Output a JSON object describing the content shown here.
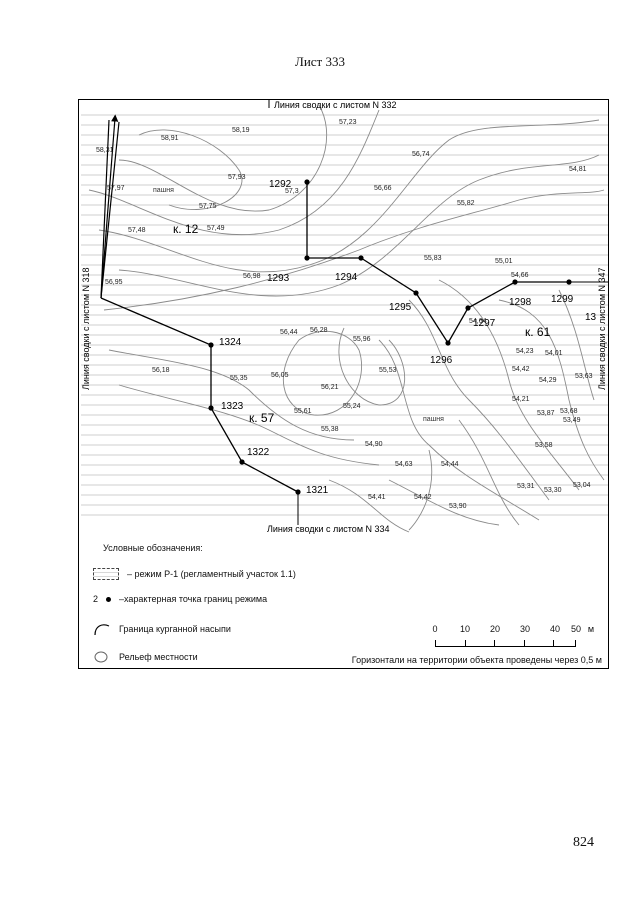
{
  "sheet_title": "Лист 333",
  "page_number": "824",
  "edges": {
    "top": "Линия сводки с листом N 332",
    "bottom": "Линия сводки с листом N 334",
    "left": "Линия сводки с листом N 318",
    "right": "Линия сводки с листом N 347"
  },
  "quarters": [
    "к. 12",
    "к. 57",
    "к. 61"
  ],
  "land_labels": [
    "пашня",
    "пашня"
  ],
  "boundary_points": [
    "1292",
    "1293",
    "1294",
    "1295",
    "1296",
    "1297",
    "1298",
    "1299",
    "1324",
    "1323",
    "1322",
    "1321",
    "13"
  ],
  "elevations": [
    "58,91",
    "58,19",
    "58,31",
    "57,23",
    "57,97",
    "57,93",
    "57,75",
    "57,48",
    "57,49",
    "57,3",
    "56,74",
    "56,66",
    "55,82",
    "54,81",
    "55,83",
    "55,01",
    "56,95",
    "56,98",
    "56,44",
    "56,28",
    "55,96",
    "54,64",
    "54,66",
    "54,23",
    "54,01",
    "54,42",
    "54,29",
    "53,63",
    "56,18",
    "55,35",
    "56,05",
    "56,21",
    "55,53",
    "55,61",
    "55,24",
    "54,21",
    "53,87",
    "53,68",
    "53,49",
    "55,38",
    "54,90",
    "53,58",
    "54,63",
    "54,44",
    "53,31",
    "53,30",
    "53,04",
    "54,41",
    "54,42",
    "53,90"
  ],
  "legend": {
    "title": "Условные обозначения:",
    "regime": "– режим Р-1 (регламентный участок 1.1)",
    "point_sample": "2",
    "point_label": "–характерная точка границ режима",
    "mound_label": "Граница курганной насыпи",
    "relief_label": "Рельеф местности"
  },
  "scale": {
    "ticks": [
      "0",
      "10",
      "20",
      "30",
      "40",
      "50"
    ],
    "unit": "м"
  },
  "contour_note": "Горизонтали на территории объекта проведены через 0,5 м",
  "colors": {
    "line": "#000000",
    "contour": "#8a8a8a",
    "hatch": "#cfcfcf"
  }
}
